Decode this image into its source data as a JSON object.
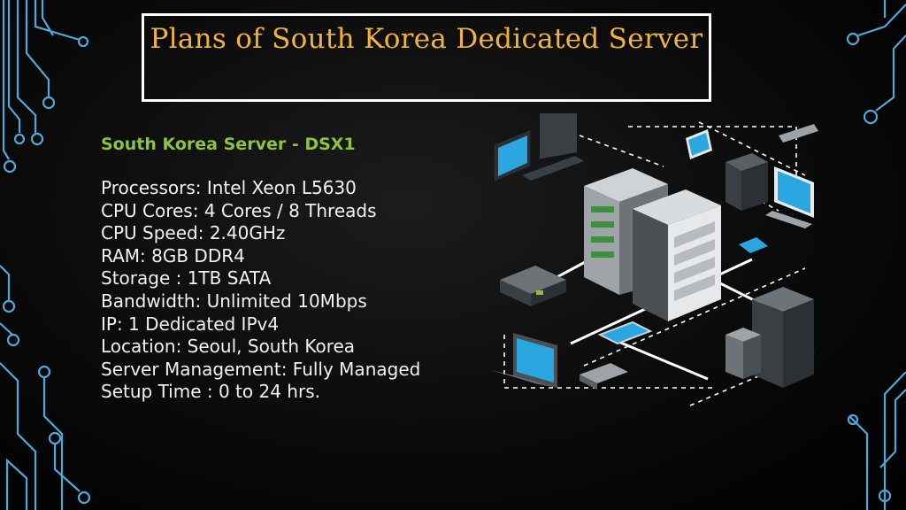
{
  "slide": {
    "title": "Plans of South Korea Dedicated Server"
  },
  "plan": {
    "heading": "South Korea Server - DSX1",
    "specs": [
      "Processors: Intel Xeon L5630",
      "CPU Cores: 4 Cores / 8 Threads",
      "CPU Speed: 2.40GHz",
      "RAM: 8GB DDR4",
      "Storage : 1TB SATA",
      "Bandwidth: Unlimited 10Mbps",
      "IP: 1 Dedicated IPv4",
      "Location: Seoul, South Korea",
      "Server Management: Fully Managed",
      "Setup Time : 0 to 24 hrs."
    ]
  },
  "colors": {
    "background": "#000000",
    "title": "#f0b43a",
    "heading": "#8cc43c",
    "text": "#f2f2f2",
    "circuit": "#4fa8d8",
    "border": "#ffffff"
  },
  "icons": [
    "circuit-decoration",
    "server-rack-icon",
    "monitor-icon",
    "laptop-icon",
    "router-icon",
    "tablet-icon"
  ]
}
